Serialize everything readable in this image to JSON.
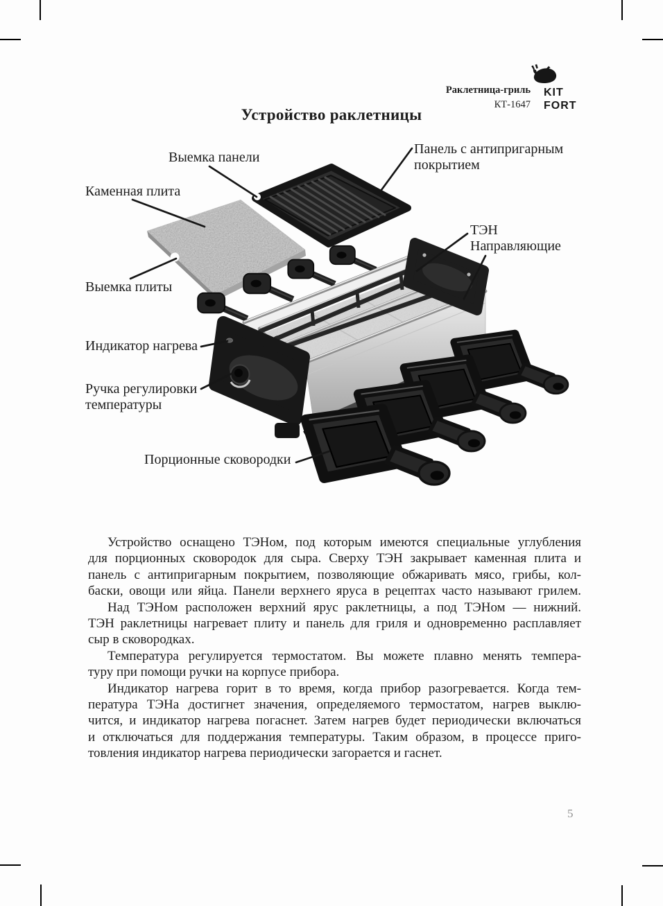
{
  "header": {
    "product": "Раклетница-гриль",
    "model": "КТ-1647",
    "brand_line1": "KIT",
    "brand_line2": "FORT",
    "logo_icon": "whale-plug-icon"
  },
  "title": "Устройство раклетницы",
  "diagram": {
    "labels": [
      {
        "id": "panel-recess",
        "text": "Выемка панели"
      },
      {
        "id": "nonstick-panel",
        "text": "Панель с антипригарным\nпокрытием"
      },
      {
        "id": "stone-plate",
        "text": "Каменная плита"
      },
      {
        "id": "heating-element",
        "text": "ТЭН"
      },
      {
        "id": "guides",
        "text": "Направляющие"
      },
      {
        "id": "plate-recess",
        "text": "Выемка плиты"
      },
      {
        "id": "heat-indicator",
        "text": "Индикатор нагрева"
      },
      {
        "id": "temp-knob",
        "text": "Ручка регулировки\nтемпературы"
      },
      {
        "id": "portion-pans",
        "text": "Порционные сковородки"
      }
    ]
  },
  "body": {
    "paragraphs": [
      {
        "lines": [
          "Устройство оснащено ТЭНом, под которым имеются специальные углубления",
          "для порционных сковородок для сыра. Сверху ТЭН закрывает каменная плита и",
          "панель с антипригарным покрытием, позволяющие обжаривать мясо, грибы, кол-",
          "баски, овощи или яйца. Панели верхнего яруса в рецептах часто называют грилем."
        ]
      },
      {
        "lines": [
          "Над ТЭНом расположен верхний ярус раклетницы, а под ТЭНом — нижний.",
          "ТЭН раклетницы нагревает плиту и панель для гриля и одновременно расплавляет",
          "сыр в сковородках."
        ]
      },
      {
        "lines": [
          "Температура регулируется термостатом. Вы можете плавно менять темпера-",
          "туру при помощи ручки на корпусе прибора."
        ]
      },
      {
        "lines": [
          "Индикатор нагрева горит в то время, когда прибор разогревается. Когда тем-",
          "пература ТЭНа достигнет значения, определяемого термостатом, нагрев выклю-",
          "чится, и индикатор нагрева погаснет. Затем нагрев будет периодически включаться",
          "и отключаться для поддержания температуры. Таким образом, в процессе приго-",
          "товления индикатор нагрева периодически загорается и гаснет."
        ]
      }
    ]
  },
  "page": {
    "number": "5"
  },
  "colors": {
    "text": "#1c1c1c",
    "page_background": "#fdfdfd",
    "page_number": "#8f8f8f",
    "dark_plastic": "#1d1d1d",
    "steel": "#d6d6d6",
    "granite": "#bdbdbd"
  }
}
